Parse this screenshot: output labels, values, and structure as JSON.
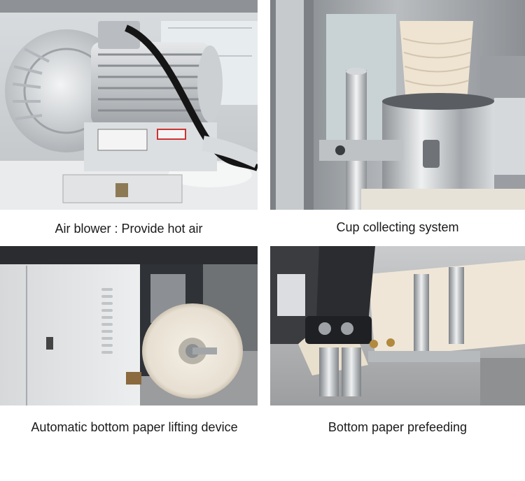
{
  "panels": [
    {
      "caption": "Air blower : Provide hot air",
      "subject": "air-blower"
    },
    {
      "caption": "Cup collecting system",
      "subject": "cup-collecting-system"
    },
    {
      "caption": "Automatic bottom paper lifting device",
      "subject": "bottom-paper-lifting-device"
    },
    {
      "caption": "Bottom paper prefeeding",
      "subject": "bottom-paper-prefeeding"
    }
  ],
  "colors": {
    "background": "#ffffff",
    "caption_text": "#1a1a1a",
    "machine_silver": "#c9ccd0",
    "paper_cream": "#efe6d8",
    "frame_dark": "#2b2c30"
  }
}
